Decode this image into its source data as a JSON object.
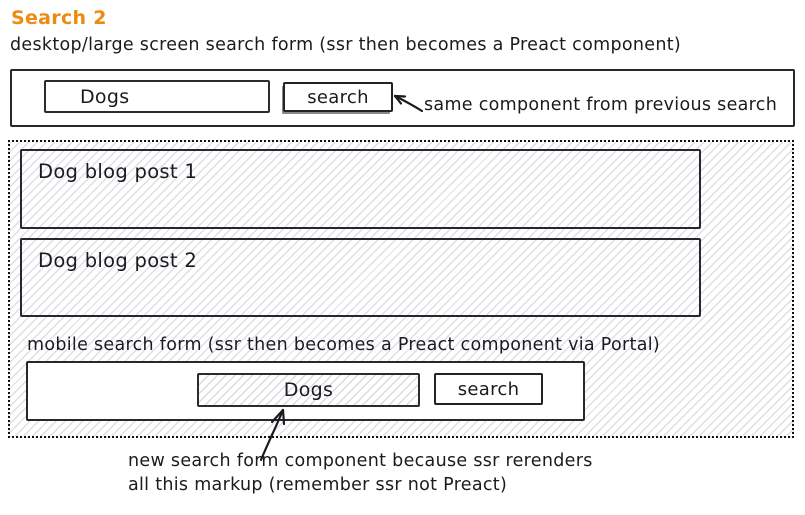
{
  "title": "Search 2",
  "desktop": {
    "section_label": "desktop/large screen search form (ssr then becomes a Preact component)",
    "form": {
      "search_value": "Dogs",
      "button_label": "search"
    },
    "annotation": "same component from previous search"
  },
  "results": {
    "posts": [
      {
        "label": "Dog blog post 1"
      },
      {
        "label": "Dog blog post 2"
      }
    ],
    "mobile_section_label": "mobile search form (ssr then becomes a Preact component via Portal)",
    "mobile_form": {
      "search_value": "Dogs",
      "button_label": "search"
    }
  },
  "footnote": {
    "line1": "new search form component because ssr rerenders",
    "line2": "all this markup (remember ssr not Preact)"
  },
  "colors": {
    "accent_orange": "#ec8b10",
    "ink": "#1b1b1f",
    "hatch_line": "#dcdfe4"
  }
}
